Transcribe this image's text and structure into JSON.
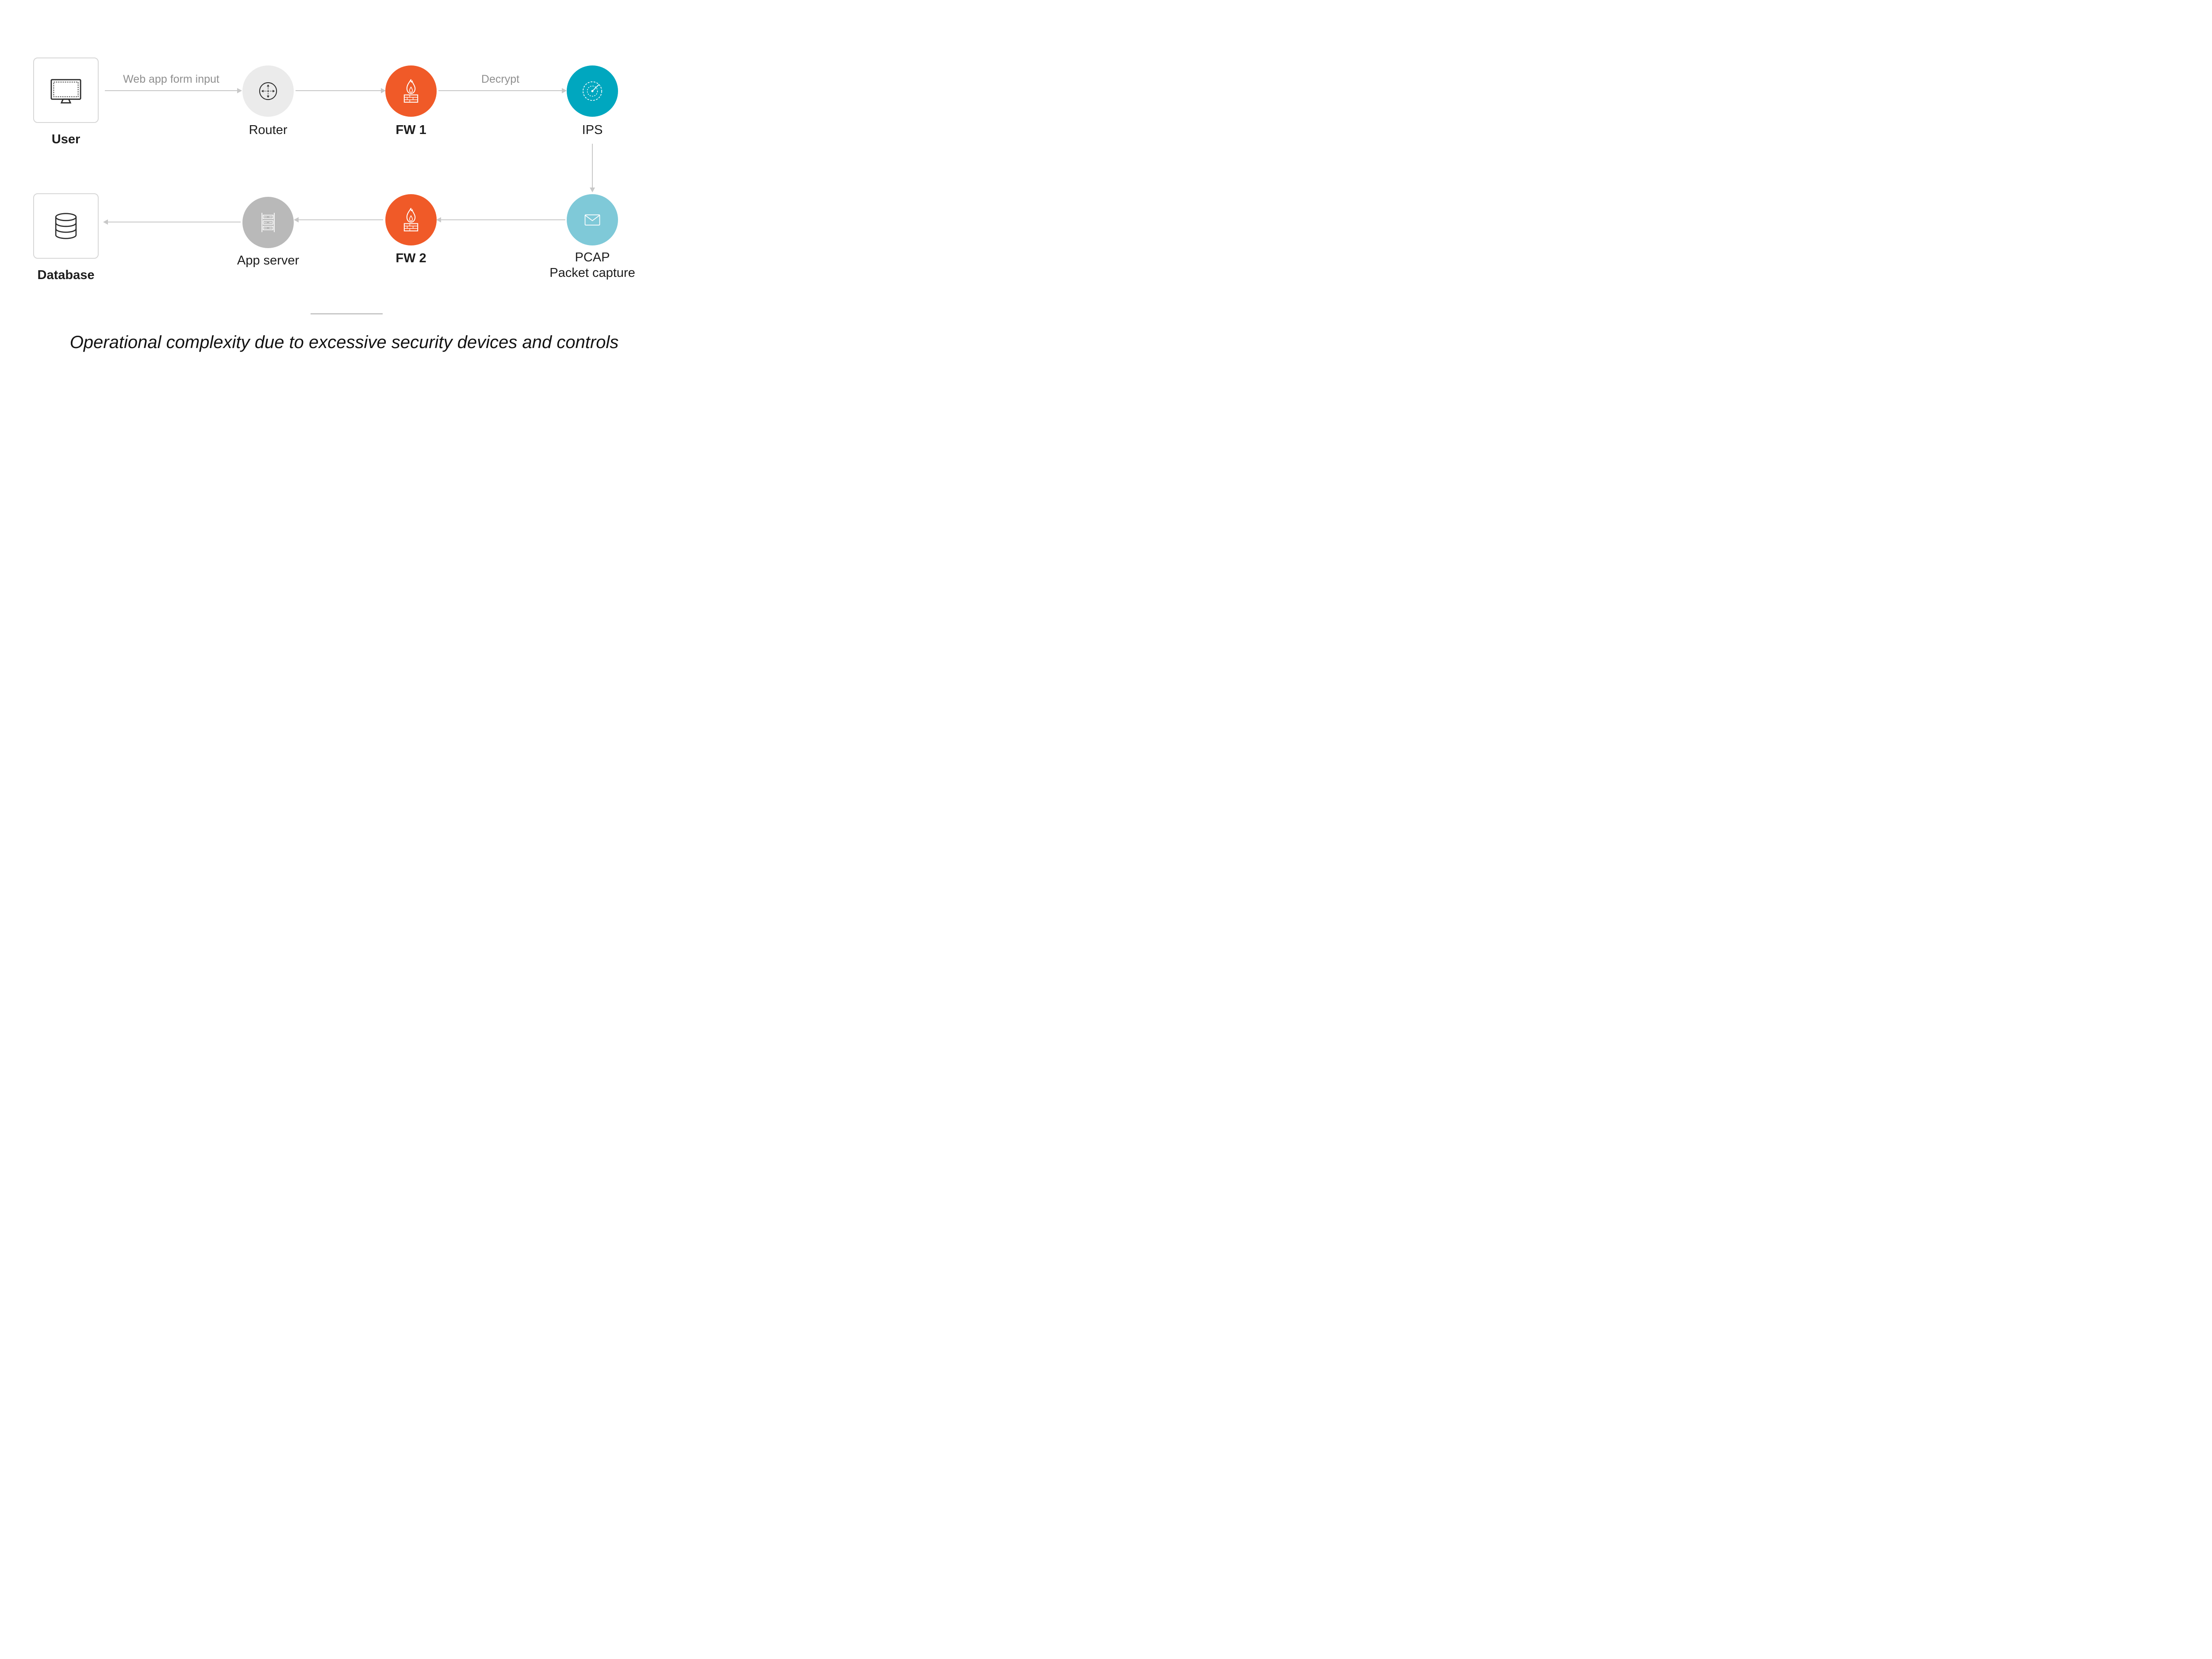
{
  "nodes": {
    "user": {
      "label": "User"
    },
    "router": {
      "label": "Router"
    },
    "fw1": {
      "label": "FW 1"
    },
    "ips": {
      "label": "IPS"
    },
    "pcap": {
      "label1": "PCAP",
      "label2": "Packet capture"
    },
    "fw2": {
      "label": "FW 2"
    },
    "app_server": {
      "label": "App server"
    },
    "database": {
      "label": "Database"
    }
  },
  "edges": {
    "user_router": {
      "label": "Web app form input"
    },
    "fw1_ips": {
      "label": "Decrypt"
    }
  },
  "caption": "Operational complexity due to excessive security devices and controls",
  "colors": {
    "firewall_orange": "#F05A28",
    "ips_teal": "#00A7BF",
    "pcap_light_teal": "#7FC9D8",
    "router_light_gray": "#EBEBEB",
    "app_server_gray": "#B9B9B9",
    "arrow_gray": "#C8C8C8",
    "edge_label_gray": "#8F8F8F",
    "text_dark": "#1D1D1D"
  },
  "icons": {
    "user": "monitor-icon",
    "router": "router-icon",
    "fw1": "firewall-icon",
    "ips": "radar-icon",
    "pcap": "envelope-icon",
    "fw2": "firewall-icon",
    "app_server": "server-rack-icon",
    "database": "database-icon"
  }
}
